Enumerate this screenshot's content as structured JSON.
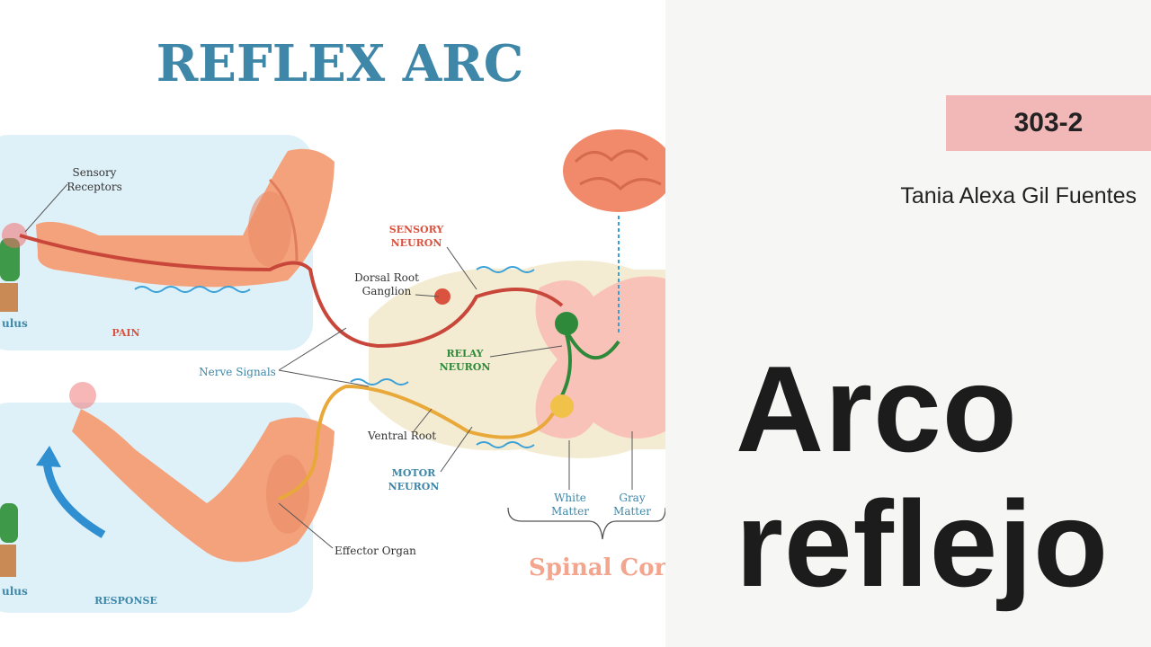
{
  "diagram": {
    "title": "REFLEX ARC",
    "labels": {
      "sensory_receptors_1": "Sensory",
      "sensory_receptors_2": "Receptors",
      "sensory_neuron_1": "SENSORY",
      "sensory_neuron_2": "NEURON",
      "dorsal_root_1": "Dorsal Root",
      "dorsal_root_2": "Ganglion",
      "relay_neuron_1": "RELAY",
      "relay_neuron_2": "NEURON",
      "nerve_signals": "Nerve Signals",
      "ventral_root": "Ventral Root",
      "motor_neuron_1": "MOTOR",
      "motor_neuron_2": "NEURON",
      "white_matter_1": "White",
      "white_matter_2": "Matter",
      "gray_matter_1": "Gray",
      "gray_matter_2": "Matter",
      "effector_organ": "Effector Organ",
      "pain": "PAIN",
      "response": "RESPONSE",
      "stimulus_top": "ulus",
      "stimulus_bottom": "ulus",
      "spinal_cord": "Spinal Cord"
    },
    "colors": {
      "title": "#3e87a8",
      "sensory": "#d9533f",
      "relay": "#2e8a3a",
      "motor": "#e8a93a",
      "skin": "#f4a27c",
      "panel_bg": "#dff1f8",
      "signal": "#3aa0d8"
    }
  },
  "info": {
    "code": "303-2",
    "author": "Tania Alexa Gil Fuentes",
    "title_line1": "Arco",
    "title_line2": "reflejo"
  }
}
